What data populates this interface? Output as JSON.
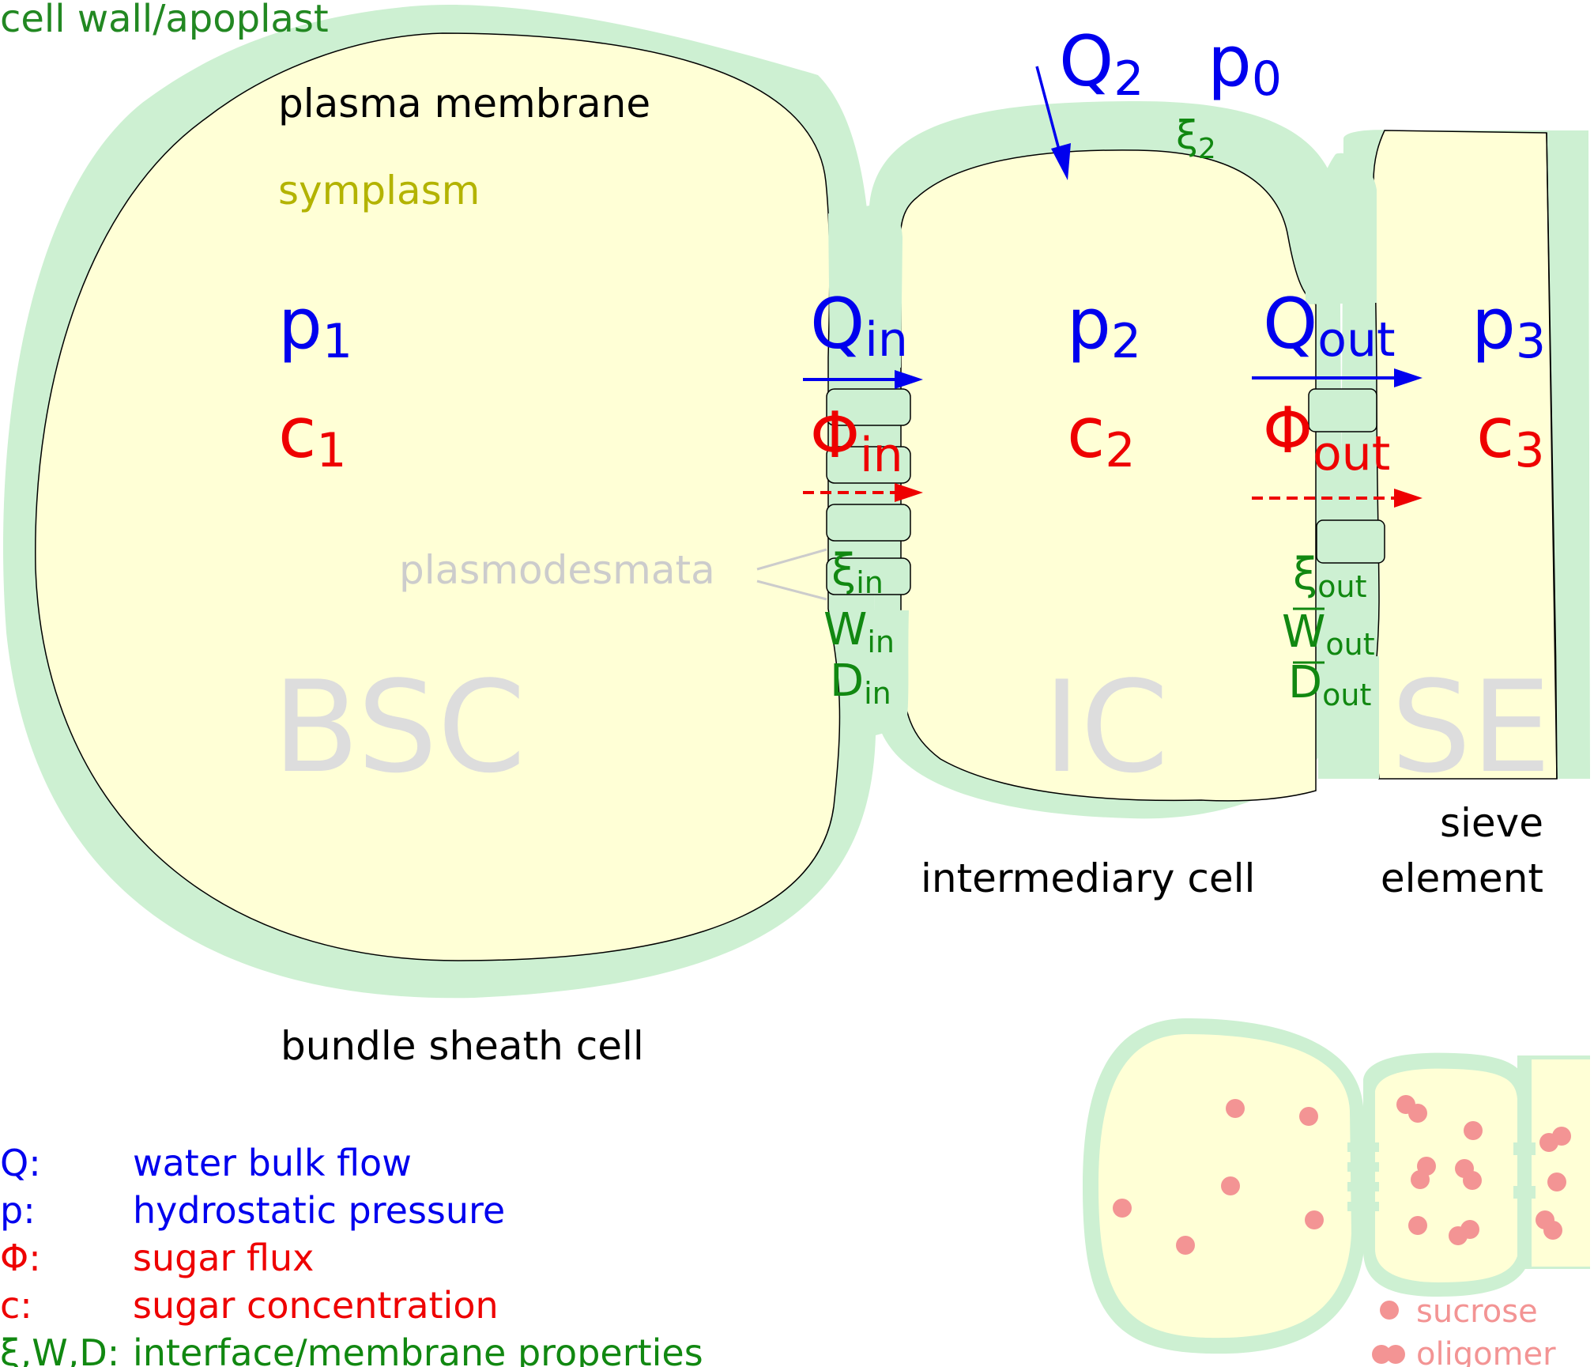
{
  "labels": {
    "cell_wall": "cell wall/apoplast",
    "plasma_membrane": "plasma membrane",
    "symplasm": "symplasm",
    "plasmodesmata": "plasmodesmata",
    "bundle_sheath_cell": "bundle sheath cell",
    "intermediary_cell": "intermediary cell",
    "sieve": "sieve",
    "element": "element",
    "BSC": "BSC",
    "IC": "IC",
    "SE": "SE"
  },
  "symbols": {
    "p": "p",
    "c": "c",
    "Q": "Q",
    "Phi": "Φ",
    "xi": "ξ",
    "W": "W",
    "D": "D",
    "sub_0": "0",
    "sub_1": "1",
    "sub_2": "2",
    "sub_3": "3",
    "sub_in": "in",
    "sub_out": "out"
  },
  "legend": [
    {
      "key": "Q:",
      "desc": "water bulk flow",
      "color": "#0000ee"
    },
    {
      "key": "p:",
      "desc": "hydrostatic pressure",
      "color": "#0000ee"
    },
    {
      "key": "Φ:",
      "desc": "sugar flux",
      "color": "#ee0000"
    },
    {
      "key": "c:",
      "desc": "sugar concentration",
      "color": "#ee0000"
    },
    {
      "key": "ξ,W,D:",
      "desc": "interface/membrane properties",
      "color": "#118811"
    }
  ],
  "inset_legend": {
    "sucrose": "sucrose",
    "oligomer": "oligomer"
  },
  "colors": {
    "wall": "#cdf0d2",
    "symplasm": "#ffffd6",
    "blue": "#0000ee",
    "red": "#ee0000",
    "green": "#118811",
    "olive": "#b3b300",
    "gray": "#cccccc",
    "watermark": "#dddddd",
    "dot": "#f39494",
    "text": "#000000"
  }
}
